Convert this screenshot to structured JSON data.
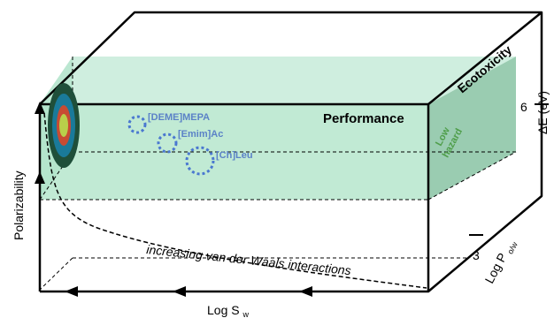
{
  "labels": {
    "ecotoxicity": "Ecotoxicity",
    "performance": "Performance",
    "low_hazard_line1": "Low",
    "low_hazard_line2": "hazard",
    "delta_e": "ΔE (eV)",
    "delta_e_value": "6",
    "log_pow_base": "Log P",
    "log_pow_sub": "o/w",
    "log_pow_value": "3",
    "polarizability": "Polarizability",
    "log_sw_base": "Log S",
    "log_sw_sub": "w",
    "vdw": "increasing van der Waals interactions"
  },
  "compounds": [
    {
      "name": "[DEME]MEPA"
    },
    {
      "name": "[Emim]Ac"
    },
    {
      "name": "[Ch]Leu"
    }
  ],
  "colors": {
    "green_zone": "#a8e0c4",
    "green_zone_front": "#b6e6cd",
    "green_zone_side": "#8fc7a8",
    "low_hazard": "#4f9e4a",
    "compound_label": "#5b82c7",
    "target_outer": "#1f4f3a",
    "target_blue": "#1a7a9a",
    "target_red": "#c84b33",
    "target_center": "#b9cf4a"
  },
  "icons": [
    "target-icon",
    "arrow-icon"
  ]
}
